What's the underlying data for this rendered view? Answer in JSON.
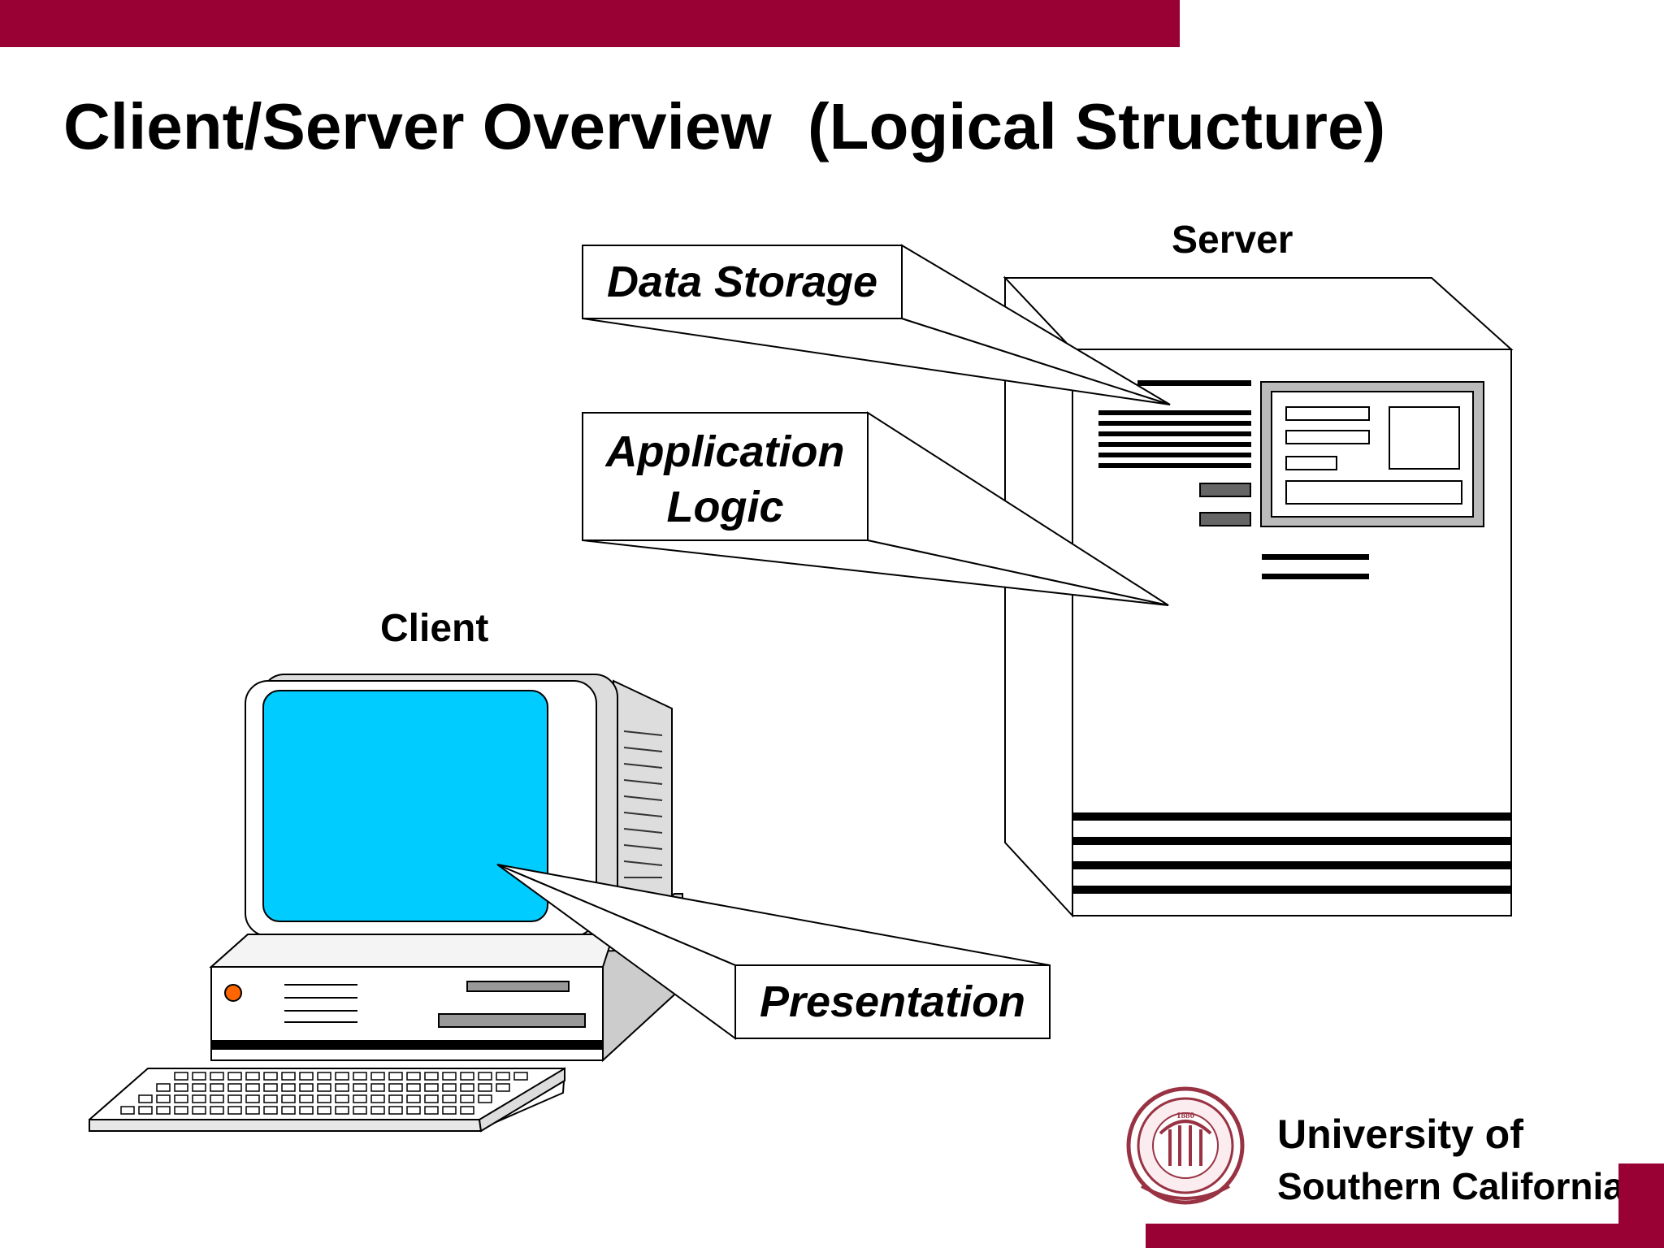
{
  "slide": {
    "title": "Client/Server Overview  (Logical Structure)",
    "brand_color": "#990033"
  },
  "diagram": {
    "server_label": "Server",
    "client_label": "Client",
    "callouts": {
      "data_storage": "Data Storage",
      "application_logic_line1": "Application",
      "application_logic_line2": "Logic",
      "presentation": "Presentation"
    },
    "screen_color": "#00CCFF",
    "power_led_color": "#FF6600"
  },
  "footer": {
    "university_line1": "University of",
    "university_line2": "Southern California",
    "seal_year": "1880"
  }
}
